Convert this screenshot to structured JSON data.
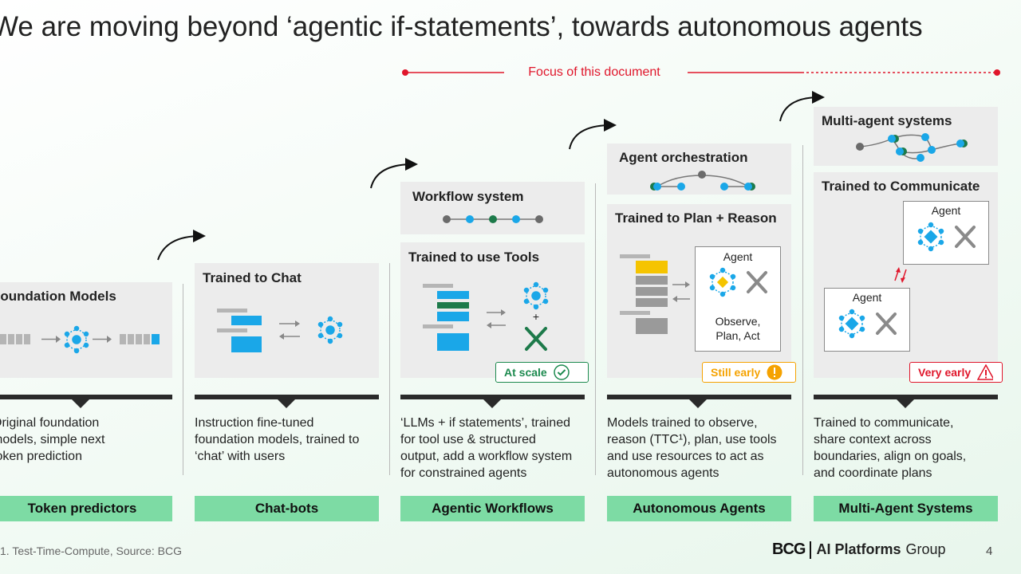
{
  "title": "We are moving beyond ‘agentic if-statements’, towards autonomous agents",
  "focus_label": "Focus of this document",
  "colors": {
    "accent_red": "#e0162b",
    "stage_green": "#7ddba4",
    "node_blue": "#1aa7e8",
    "node_gray": "#6b6b6b",
    "node_green": "#1d7a4a",
    "at_scale": "#1d8a4f",
    "still_early": "#f5a200"
  },
  "stages": [
    {
      "panel_title": "Foundation Models",
      "description": "Original foundation\nmodels, simple next\ntoken prediction",
      "label": "Token predictors"
    },
    {
      "panel_title": "Trained to Chat",
      "description": "Instruction fine-tuned\nfoundation models, trained to\n‘chat’ with users",
      "label": "Chat-bots"
    },
    {
      "top_title": "Workflow system",
      "panel_title": "Trained to use Tools",
      "badge": "At scale",
      "description": "‘LLMs + if statements’, trained\nfor tool use & structured\noutput, add a workflow system\nfor constrained agents",
      "label": "Agentic Workflows"
    },
    {
      "top_title": "Agent orchestration",
      "panel_title": "Trained to Plan + Reason",
      "agent_label": "Agent",
      "agent_text": "Observe,\nPlan, Act",
      "badge": "Still early",
      "description": "Models trained to observe,\nreason (TTC¹), plan, use tools\nand use resources to act as\nautonomous agents",
      "label": "Autonomous Agents"
    },
    {
      "top_title": "Multi-agent systems",
      "panel_title": "Trained to Communicate",
      "agent_label_1": "Agent",
      "agent_label_2": "Agent",
      "badge": "Very early",
      "description": "Trained to communicate,\nshare context across\nboundaries, align on goals,\nand coordinate plans",
      "label": "Multi-Agent Systems"
    }
  ],
  "footnote": "1. Test-Time-Compute, Source: BCG",
  "logo": {
    "bcg": "BCG",
    "text_bold": "AI Platforms",
    "text_light": "Group"
  },
  "page_number": "4"
}
